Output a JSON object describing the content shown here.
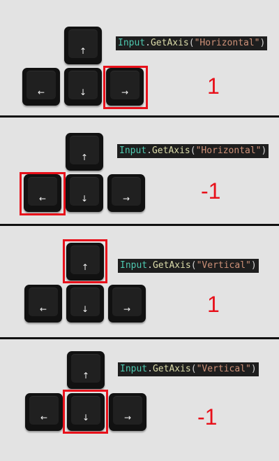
{
  "panels": [
    {
      "code": {
        "class": "Input",
        "dot": ".",
        "method": "GetAxis",
        "open": "(",
        "arg": "\"Horizontal\"",
        "close": ")"
      },
      "value": "1",
      "pressed": "right",
      "keys": {
        "up": "↑",
        "left": "←",
        "down": "↓",
        "right": "→"
      }
    },
    {
      "code": {
        "class": "Input",
        "dot": ".",
        "method": "GetAxis",
        "open": "(",
        "arg": "\"Horizontal\"",
        "close": ")"
      },
      "value": "-1",
      "pressed": "left",
      "keys": {
        "up": "↑",
        "left": "←",
        "down": "↓",
        "right": "→"
      }
    },
    {
      "code": {
        "class": "Input",
        "dot": ".",
        "method": "GetAxis",
        "open": "(",
        "arg": "\"Vertical\"",
        "close": ")"
      },
      "value": "1",
      "pressed": "up",
      "keys": {
        "up": "↑",
        "left": "←",
        "down": "↓",
        "right": "→"
      }
    },
    {
      "code": {
        "class": "Input",
        "dot": ".",
        "method": "GetAxis",
        "open": "(",
        "arg": "\"Vertical\"",
        "close": ")"
      },
      "value": "-1",
      "pressed": "down",
      "keys": {
        "up": "↑",
        "left": "←",
        "down": "↓",
        "right": "→"
      }
    }
  ],
  "colors": {
    "highlight": "#e8101a",
    "value": "#e8101a",
    "background": "#e3e3e3",
    "key": "#111111"
  }
}
